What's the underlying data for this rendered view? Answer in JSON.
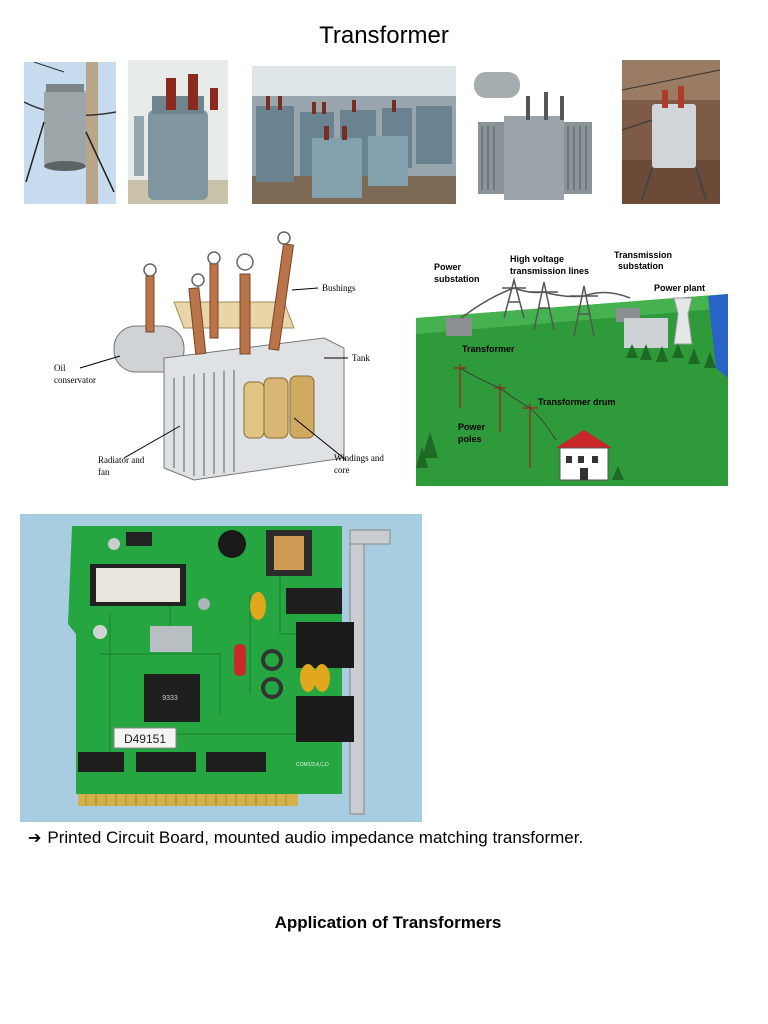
{
  "page": {
    "title": "Transformer",
    "caption_arrow": "➔",
    "caption": "Printed Circuit Board, mounted audio impedance matching transformer.",
    "section_heading": "Application of Transformers"
  },
  "diagram_labels": {
    "bushings": "Bushings",
    "tank": "Tank",
    "oil_conservator_1": "Oil",
    "oil_conservator_2": "conservator",
    "radiator_1": "Radiator and",
    "radiator_2": "fan",
    "windings_1": "Windings and",
    "windings_2": "core"
  },
  "grid_labels": {
    "power_substation_1": "Power",
    "power_substation_2": "substation",
    "high_voltage_1": "High voltage",
    "high_voltage_2": "transmission lines",
    "transmission_substation_1": "Transmission",
    "transmission_substation_2": "substation",
    "power_plant": "Power plant",
    "transformer": "Transformer",
    "transformer_drum": "Transformer drum",
    "power_poles_1": "Power",
    "power_poles_2": "poles"
  },
  "pcb_labels": {
    "sticker": "D49151",
    "chip_text": "9333",
    "com_label": "COM1/3,4,C,D"
  }
}
